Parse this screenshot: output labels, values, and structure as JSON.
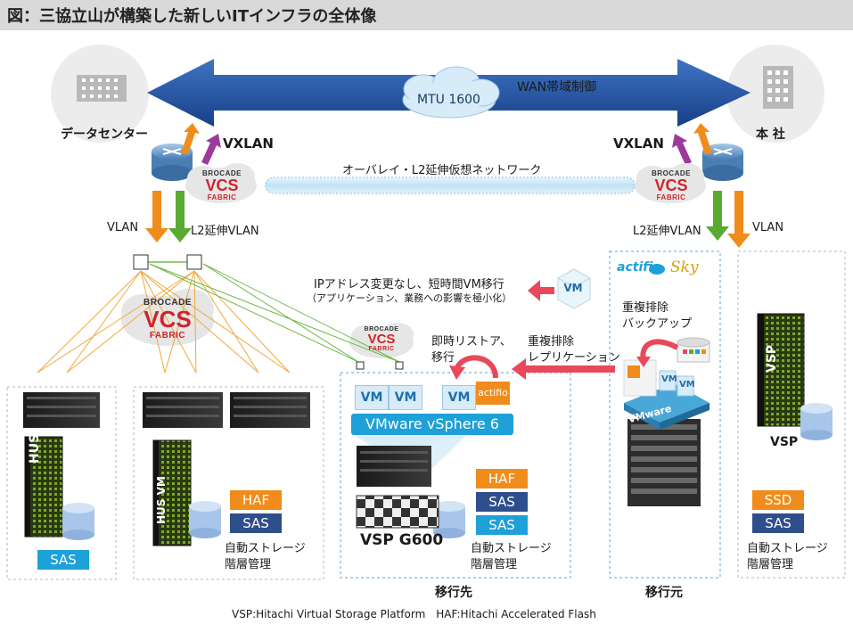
{
  "title": "図：三協立山が構築した新しいITインフラの全体像",
  "sites": {
    "left": "データセンター",
    "right": "本 社"
  },
  "wan": {
    "cloud": "MTU 1600",
    "label": "WAN帯域制御"
  },
  "overlay_label": "オーバレイ・L2延伸仮想ネットワーク",
  "vxlan_left": "VXLAN",
  "vxlan_right": "VXLAN",
  "vlan_left": "VLAN",
  "l2vlan_left": "L2延伸VLAN",
  "l2vlan_right": "L2延伸VLAN",
  "vlan_right": "VLAN",
  "vcs": {
    "top": "BROCADE",
    "mid": "VCS",
    "bot": "FABRIC",
    "reg": "®"
  },
  "migration_note": {
    "line1": "IPアドレス変更なし、短時間VM移行",
    "line2": "（アプリケーション、業務への影響を極小化）"
  },
  "restore_note": {
    "line1": "即時リストア、",
    "line2": "移行"
  },
  "dedup_repl": {
    "line1": "重複排除",
    "line2": "レプリケーション"
  },
  "dedup_backup": {
    "line1": "重複排除",
    "line2": "バックアップ"
  },
  "actifio_sky": {
    "brand": "actifio",
    "product": "Sky"
  },
  "vm_label": "VM",
  "actifio_badge": "actifio",
  "vsphere": "VMware vSphere 6",
  "vmware_tag": "VMware",
  "left_storage": {
    "name": "HUS",
    "tag": "SAS"
  },
  "mid_storage": {
    "name": "HUS VM",
    "tags": [
      "HAF",
      "SAS"
    ],
    "note1": "自動ストレージ",
    "note2": "階層管理"
  },
  "dest_storage": {
    "name": "VSP G600",
    "tags": [
      "HAF",
      "SAS",
      "SAS"
    ],
    "note1": "自動ストレージ",
    "note2": "階層管理"
  },
  "right_storage": {
    "name": "VSP",
    "tags": [
      "SSD",
      "SAS"
    ],
    "note1": "自動ストレージ",
    "note2": "階層管理"
  },
  "dest_label": "移行先",
  "src_label": "移行元",
  "footnote": "VSP:Hitachi Virtual Storage Platform　HAF:Hitachi Accelerated Flash",
  "colors": {
    "arrow_blue": "#1e4f9a",
    "orange": "#f08c1c",
    "green": "#5aaa32",
    "purple": "#9c3a9c",
    "red_arrow": "#e8485a",
    "navy": "#2f4e8c",
    "sky": "#1ea0d8"
  }
}
